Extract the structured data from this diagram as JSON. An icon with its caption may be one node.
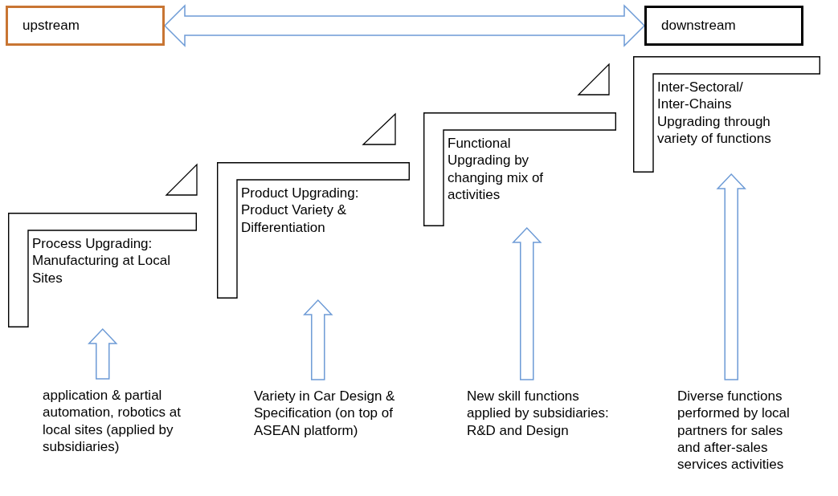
{
  "diagram": {
    "nodes": [
      {
        "text": [
          "upstream"
        ]
      },
      {
        "text": [
          "downstream"
        ]
      },
      {
        "text": [
          "Process Upgrading: Manufacturing at Local Sites"
        ]
      },
      {
        "text": [
          "Product Upgrading: Product Variety & Differentiation"
        ]
      },
      {
        "text": [
          "Functional Upgrading by changing mix of activities"
        ]
      },
      {
        "text": [
          "Inter-Sectoral/ Inter-Chains Upgrading through variety of functions"
        ]
      },
      {
        "text": [
          "application & partial automation, robotics at local sites (applied by subsidiaries)"
        ]
      },
      {
        "text": [
          "Variety in Car Design & Specification (on top of ASEAN platform)"
        ]
      },
      {
        "text": [
          "New skill functions applied by subsidiaries: R&D and Design"
        ]
      },
      {
        "text": [
          "Diverse functions performed by local partners for sales and after-sales services activities"
        ]
      }
    ],
    "edges": [
      {
        "from": 0,
        "to": 1,
        "arrow": "both"
      },
      {
        "from": 6,
        "to": 2,
        "arrow": "to"
      },
      {
        "from": 7,
        "to": 3,
        "arrow": "to"
      },
      {
        "from": 8,
        "to": 4,
        "arrow": "to"
      },
      {
        "from": 9,
        "to": 5,
        "arrow": "to"
      }
    ]
  }
}
